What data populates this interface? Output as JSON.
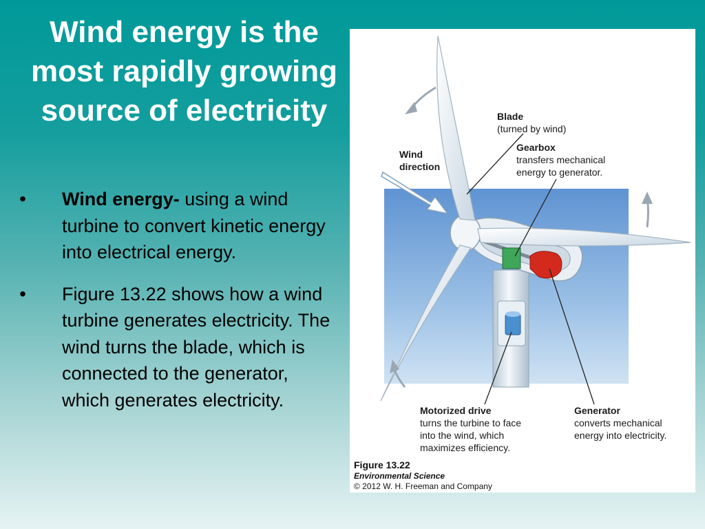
{
  "slide": {
    "title": "Wind energy is the most rapidly growing source of electricity",
    "bullets": [
      {
        "term": "Wind energy-",
        "text": " using a wind turbine to convert kinetic energy into electrical energy."
      },
      {
        "term": "",
        "text": "Figure 13.22 shows how a wind turbine generates electricity. The wind turns the blade, which is connected to the generator, which generates electricity."
      }
    ]
  },
  "figure": {
    "labels": {
      "blade_title": "Blade",
      "blade_desc": "(turned by wind)",
      "gearbox_title": "Gearbox",
      "gearbox_desc_1": "transfers mechanical",
      "gearbox_desc_2": "energy to generator.",
      "wind_title_1": "Wind",
      "wind_title_2": "direction",
      "motor_title": "Motorized drive",
      "motor_desc_1": "turns the turbine to face",
      "motor_desc_2": "into the wind, which",
      "motor_desc_3": "maximizes efficiency.",
      "gen_title": "Generator",
      "gen_desc_1": "converts mechanical",
      "gen_desc_2": "energy into electricity."
    },
    "caption": {
      "figure": "Figure 13.22",
      "book": "Environmental Science",
      "credit": "© 2012 W. H. Freeman and Company"
    },
    "colors": {
      "sky": "#6f9fd6",
      "tower": "#dde7ee",
      "gearbox": "#3fa65a",
      "generator": "#d42a1e",
      "drive": "#4a8fd0"
    }
  }
}
